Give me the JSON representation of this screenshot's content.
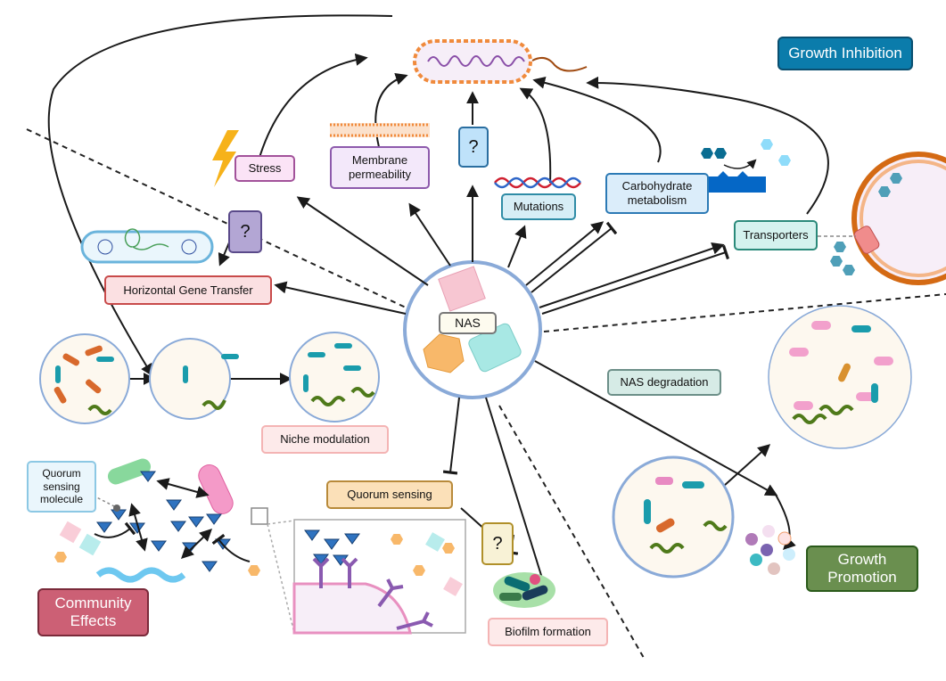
{
  "title": "Effects of NAS on microbial communities",
  "center": {
    "label": "NAS"
  },
  "categories": {
    "growth_inhibition": "Growth Inhibition",
    "growth_promotion": "Growth\nPromotion",
    "community_effects": "Community\nEffects"
  },
  "labels": {
    "stress": "Stress",
    "membrane": "Membrane\npermeability",
    "unknown_top": "?",
    "mutations": "Mutations",
    "carbohydrate": "Carbohydrate\nmetabolism",
    "transporters": "Transporters",
    "unknown_hgt": "?",
    "hgt": "Horizontal Gene Transfer",
    "niche": "Niche modulation",
    "nas_degradation": "NAS degradation",
    "quorum_molecule": "Quorum\nsensing\nmolecule",
    "quorum_sensing": "Quorum sensing",
    "unknown_biofilm": "?",
    "biofilm": "Biofilm formation"
  },
  "colors": {
    "growth_inhibition": "#0b7cab",
    "growth_promotion": "#6a8f4f",
    "community_effects": "#cc6075",
    "center_ring": "#8aaad8",
    "arrow": "#1a1a1a"
  }
}
